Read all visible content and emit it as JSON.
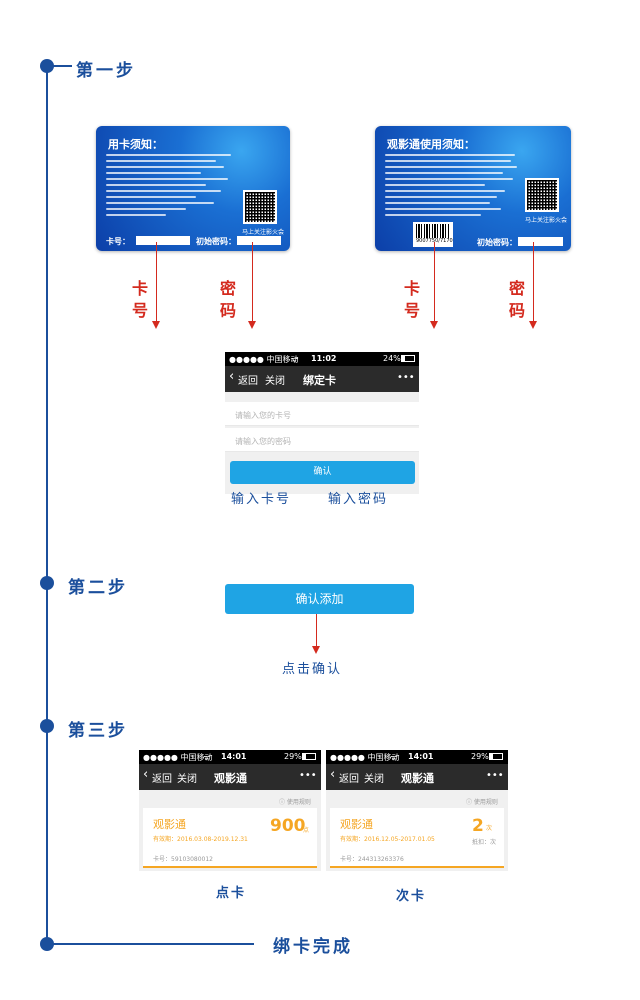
{
  "steps": {
    "step1": "第一步",
    "step2": "第二步",
    "step3": "第三步",
    "done": "绑卡完成"
  },
  "card1": {
    "title": "用卡须知：",
    "card_no_label": "卡号：",
    "password_label": "初始密码：",
    "qr_caption": "马上关注影火会"
  },
  "card2": {
    "title": "观影通使用须知：",
    "password_label": "初始密码：",
    "qr_caption": "马上关注影火会",
    "barcode_number": "9007750/7170"
  },
  "arrows": {
    "card_no": "卡号",
    "password": "密码"
  },
  "bind_screen": {
    "status_carrier": "●●●●● 中国移动",
    "wifi_icon": "wifi-icon",
    "time": "11:02",
    "battery": "24%",
    "battery_level": 0.24,
    "back_label": "返回",
    "close_label": "关闭",
    "title": "绑定卡",
    "more": "•••",
    "card_placeholder": "请输入您的卡号",
    "password_placeholder": "请输入您的密码",
    "confirm_button": "确认"
  },
  "captions": {
    "input_card": "输入卡号",
    "input_password": "输入密码",
    "click_confirm": "点击确认"
  },
  "confirm_add_button": "确认添加",
  "result_screens": [
    {
      "status_carrier": "●●●●● 中国移动",
      "time": "14:01",
      "battery": "29%",
      "battery_level": 0.29,
      "back_label": "返回",
      "close_label": "关闭",
      "title": "观影通",
      "more": "•••",
      "rules": "使用规则",
      "card_name": "观影通",
      "validity": "有效期：2016.03.08-2019.12.31",
      "amount": "900",
      "unit": "点",
      "card_no": "卡号：59103080012",
      "label": "点卡"
    },
    {
      "status_carrier": "●●●●● 中国移动",
      "time": "14:01",
      "battery": "29%",
      "battery_level": 0.29,
      "back_label": "返回",
      "close_label": "关闭",
      "title": "观影通",
      "more": "•••",
      "rules": "使用规则",
      "card_name": "观影通",
      "validity": "有效期：2016.12.05-2017.01.05",
      "amount": "2",
      "unit": "次",
      "sub_unit": "抵扣：次",
      "card_no": "卡号：244313263376",
      "label": "次卡"
    }
  ],
  "colors": {
    "timeline_blue": "#1b4f9c",
    "arrow_red": "#d42a1e",
    "button_blue": "#1fa4e4",
    "accent_orange": "#f5a623"
  }
}
